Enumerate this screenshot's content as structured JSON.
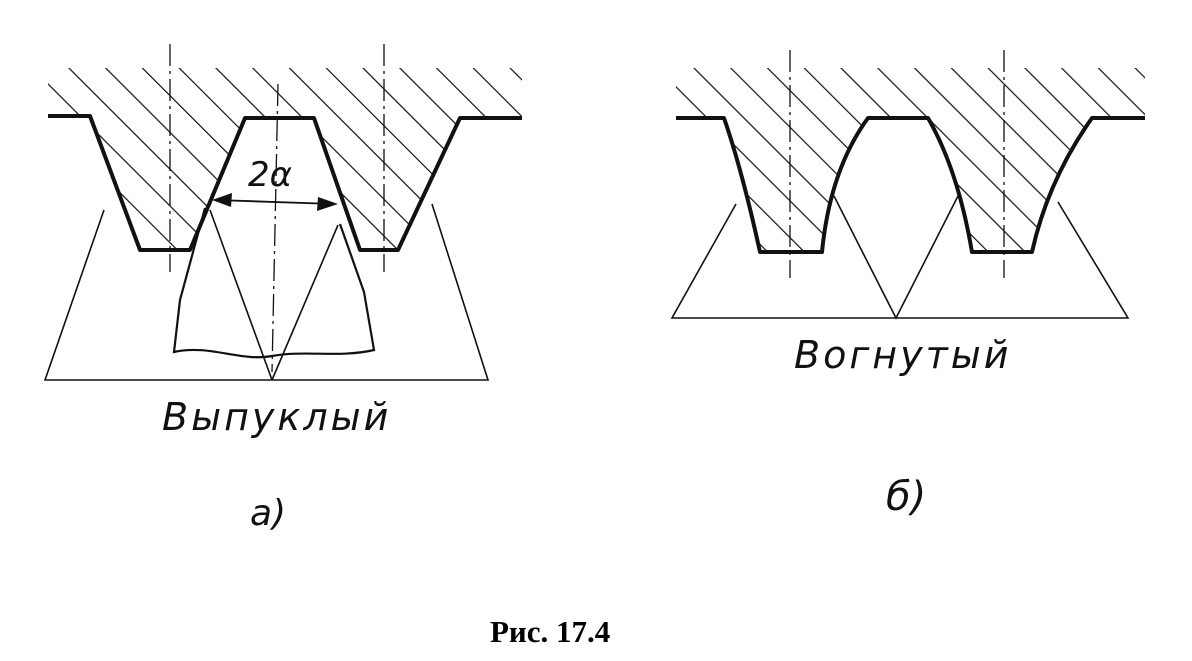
{
  "figure": {
    "angle_label": "2α",
    "panel_a": {
      "profile_label": "Выпуклый",
      "panel_letter": "а)"
    },
    "panel_b": {
      "profile_label": "Вогнутый",
      "panel_letter": "б)"
    },
    "caption": "Рис. 17.4"
  },
  "colors": {
    "ink": "#111111",
    "background": "#ffffff"
  }
}
